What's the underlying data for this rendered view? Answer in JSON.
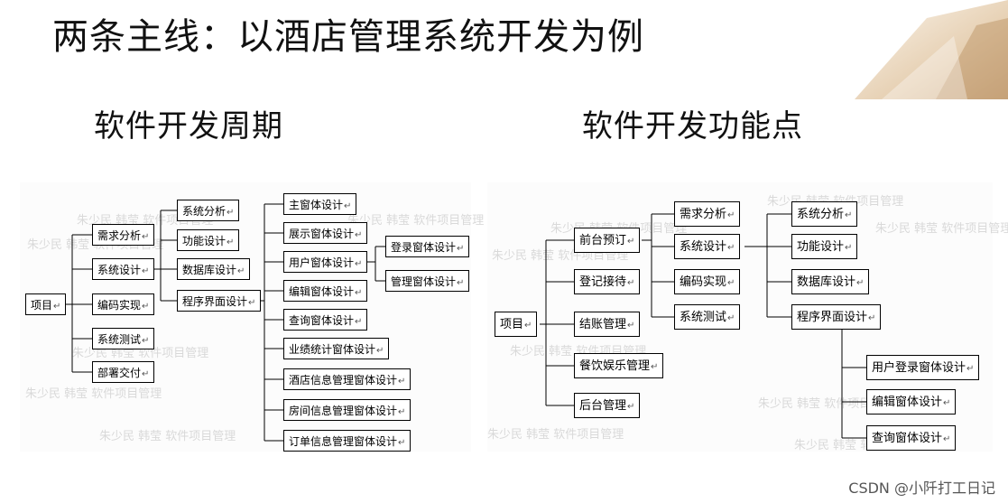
{
  "slide": {
    "title": "两条主线：以酒店管理系统开发为例",
    "left_title": "软件开发周期",
    "right_title": "软件开发功能点",
    "footer": "CSDN @小阡打工日记"
  },
  "watermark": "朱少民 韩莹 软件项目管理",
  "lifecycle": {
    "root": "项目",
    "phases": [
      "需求分析",
      "系统设计",
      "编码实现",
      "系统测试",
      "部署交付"
    ],
    "design_items": [
      "系统分析",
      "功能设计",
      "数据库设计",
      "程序界面设计"
    ],
    "ui_windows": [
      "主窗体设计",
      "展示窗体设计",
      "用户窗体设计",
      "编辑窗体设计",
      "查询窗体设计",
      "业绩统计窗体设计",
      "酒店信息管理窗体设计",
      "房间信息管理窗体设计",
      "订单信息管理窗体设计"
    ],
    "user_window_items": [
      "登录窗体设计",
      "管理窗体设计"
    ]
  },
  "features": {
    "root": "项目",
    "modules": [
      "前台预订",
      "登记接待",
      "结账管理",
      "餐饮娱乐管理",
      "后台管理"
    ],
    "stages": [
      "需求分析",
      "系统设计",
      "编码实现",
      "系统测试"
    ],
    "design_items": [
      "系统分析",
      "功能设计",
      "数据库设计",
      "程序界面设计"
    ],
    "ui_items": [
      "用户登录窗体设计",
      "编辑窗体设计",
      "查询窗体设计"
    ]
  }
}
